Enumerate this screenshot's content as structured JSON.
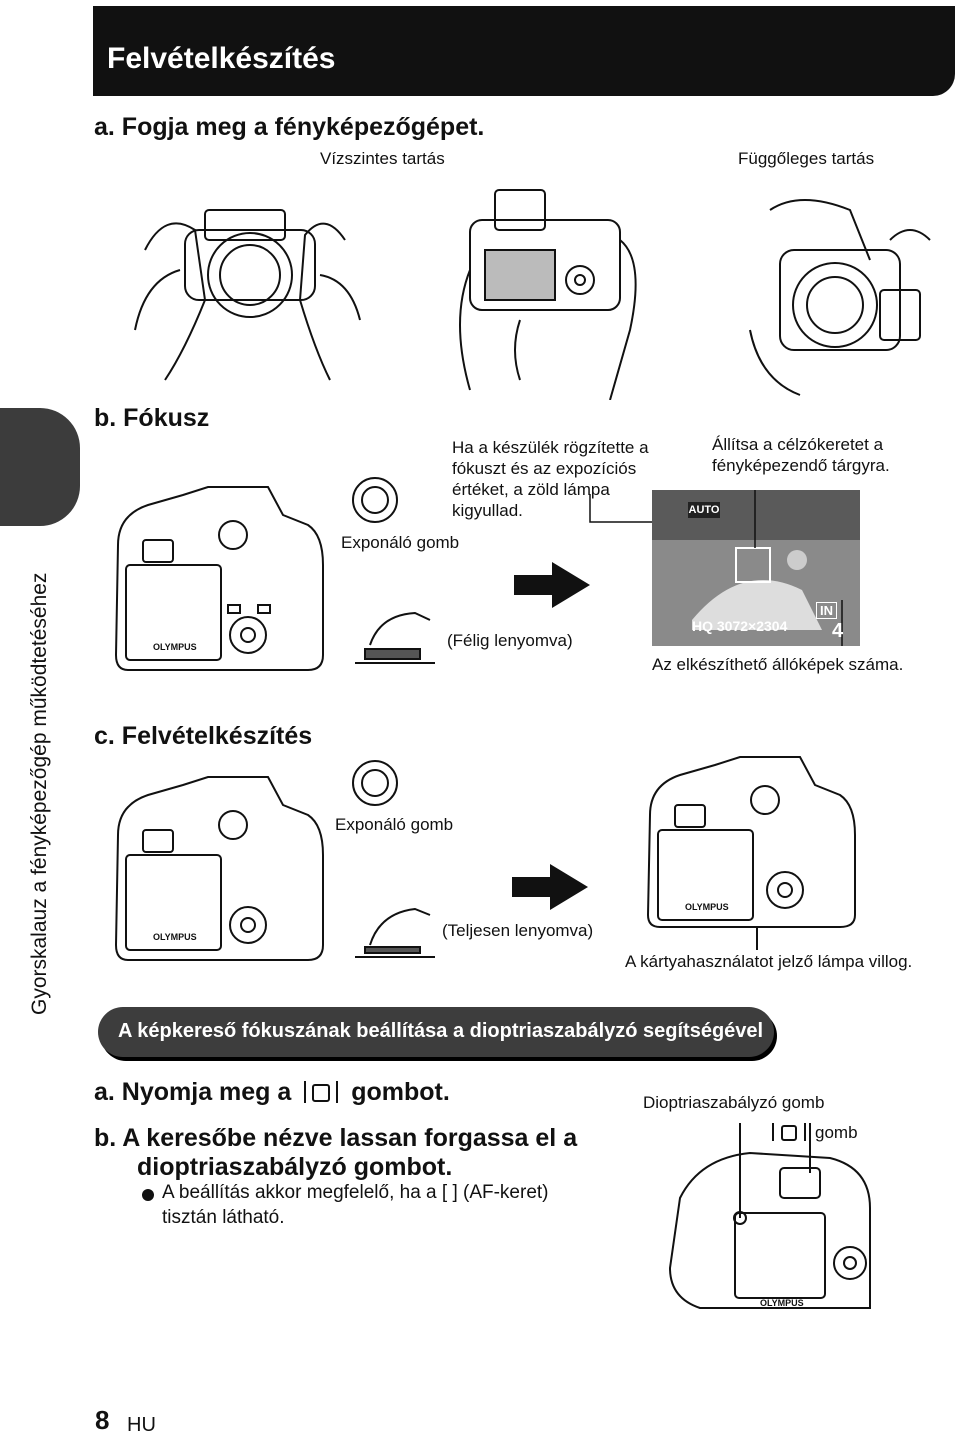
{
  "title": "Felvételkészítés",
  "side_tab": "Gyorskalauz a fényképezőgép működtetéséhez",
  "section_a": {
    "heading": "a.  Fogja meg a fényképezőgépet.",
    "horizontal_label": "Vízszintes tartás",
    "vertical_label": "Függőleges tartás"
  },
  "section_b": {
    "heading": "b.  Fókusz",
    "shutter_label": "Exponáló gomb",
    "lock_text": "Ha a készülék rögzítette a fókuszt és az expozíciós értéket, a zöld lámpa kigyullad.",
    "half_press": "(Félig lenyomva)",
    "frame_text": "Állítsa a célzókeretet a fényképezendő tárgyra.",
    "lcd_auto": "AUTO",
    "lcd_quality": "HQ 3072×2304",
    "lcd_mem": "IN",
    "lcd_count": "4",
    "count_label": "Az elkészíthető állóképek száma."
  },
  "section_c": {
    "heading": "c.  Felvételkészítés",
    "shutter_label": "Exponáló gomb",
    "full_press": "(Teljesen lenyomva)",
    "card_lamp": "A kártyahasználatot jelző lámpa villog."
  },
  "banner": "A képkereső fókuszának beállítása a dioptriaszabályzó segítségével",
  "diopter": {
    "step_a_prefix": "a.  Nyomja meg a",
    "step_a_suffix": "gombot.",
    "step_b_line1": "b.  A keresőbe nézve lassan forgassa el a",
    "step_b_line2": "dioptriaszabályzó gombot.",
    "bullet_line1": "A beállítás akkor megfelelő, ha a [   ] (AF-keret)",
    "bullet_line2": "tisztán látható.",
    "dial_label": "Dioptriaszabályzó gomb",
    "button_label": "gomb"
  },
  "footer": {
    "page": "8",
    "lang": "HU"
  }
}
